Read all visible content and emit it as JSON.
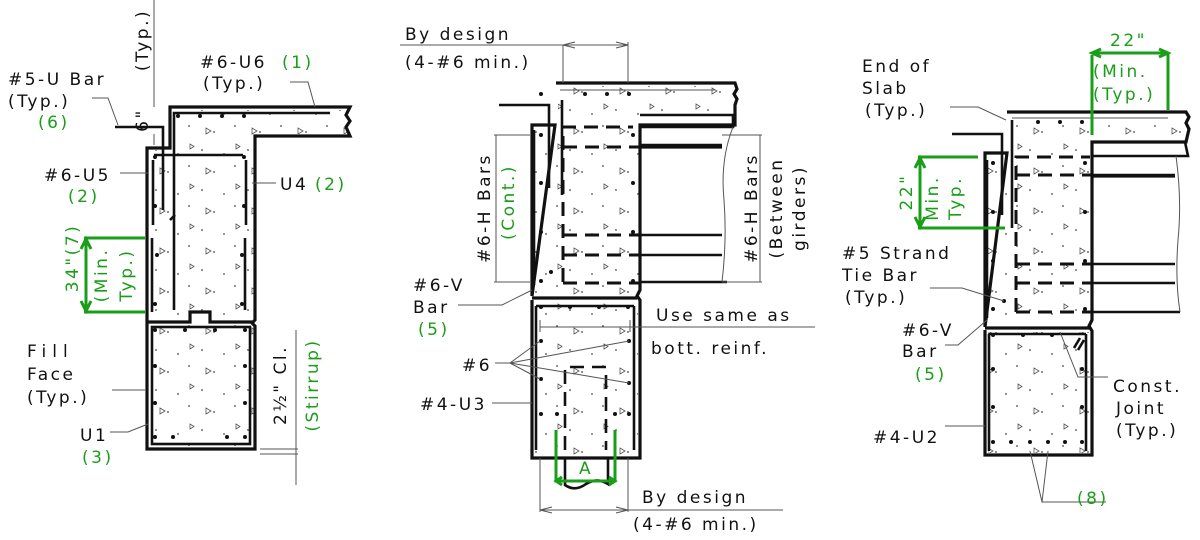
{
  "left_detail": {
    "u_bar_label": "#5-U Bar",
    "u_bar_typ": "(Typ.)",
    "u_bar_num": "(6)",
    "six_in": "6\"",
    "six_in_typ": "(Typ.)",
    "u6_label": "#6-U6",
    "u6_num": "(1)",
    "u6_typ": "(Typ.)",
    "u5_label": "#6-U5",
    "u5_num": "(2)",
    "u4_label": "U4",
    "u4_num": "(2)",
    "lap_dim": "34\"(7)",
    "lap_min": "(Min.",
    "lap_typ": "Typ.)",
    "fill_face_1": "Fill",
    "fill_face_2": "Face",
    "fill_face_3": "(Typ.)",
    "u1_label": "U1",
    "u1_num": "(3)",
    "clear_cover": "2½\" Cl.",
    "stirrup": "(Stirrup)"
  },
  "middle_detail": {
    "top_by_design": "By design",
    "top_min": "(4-#6 min.)",
    "h_bars_cont": "#6-H Bars",
    "cont": "(Cont.)",
    "h_bars_between": "#6-H Bars",
    "between_1": "(Between",
    "between_2": "girders)",
    "v_bar_1": "#6-V",
    "v_bar_2": "Bar",
    "v_bar_num": "(5)",
    "use_same_1": "Use same as",
    "use_same_2": "bott. reinf.",
    "six_bars": "#6",
    "u3_label": "#4-U3",
    "dim_a": "A",
    "bottom_by_design": "By design",
    "bottom_min": "(4-#6 min.)"
  },
  "right_detail": {
    "end_slab_1": "End of",
    "end_slab_2": "Slab",
    "end_slab_3": "(Typ.)",
    "top_dim": "22\"",
    "top_min": "(Min.",
    "top_typ": "(Typ.)",
    "side_dim": "22\"",
    "side_min": "Min.",
    "side_typ": "Typ.",
    "strand_1": "#5 Strand",
    "strand_2": "Tie Bar",
    "strand_3": "(Typ.)",
    "v_bar_1": "#6-V",
    "v_bar_2": "Bar",
    "v_bar_num": "(5)",
    "joint_1": "Const.",
    "joint_2": "Joint",
    "joint_3": "(Typ.)",
    "u2_label": "#4-U2",
    "strand_num": "(8)"
  },
  "colors": {
    "accent": "#1a9e1a",
    "line": "#111111"
  }
}
